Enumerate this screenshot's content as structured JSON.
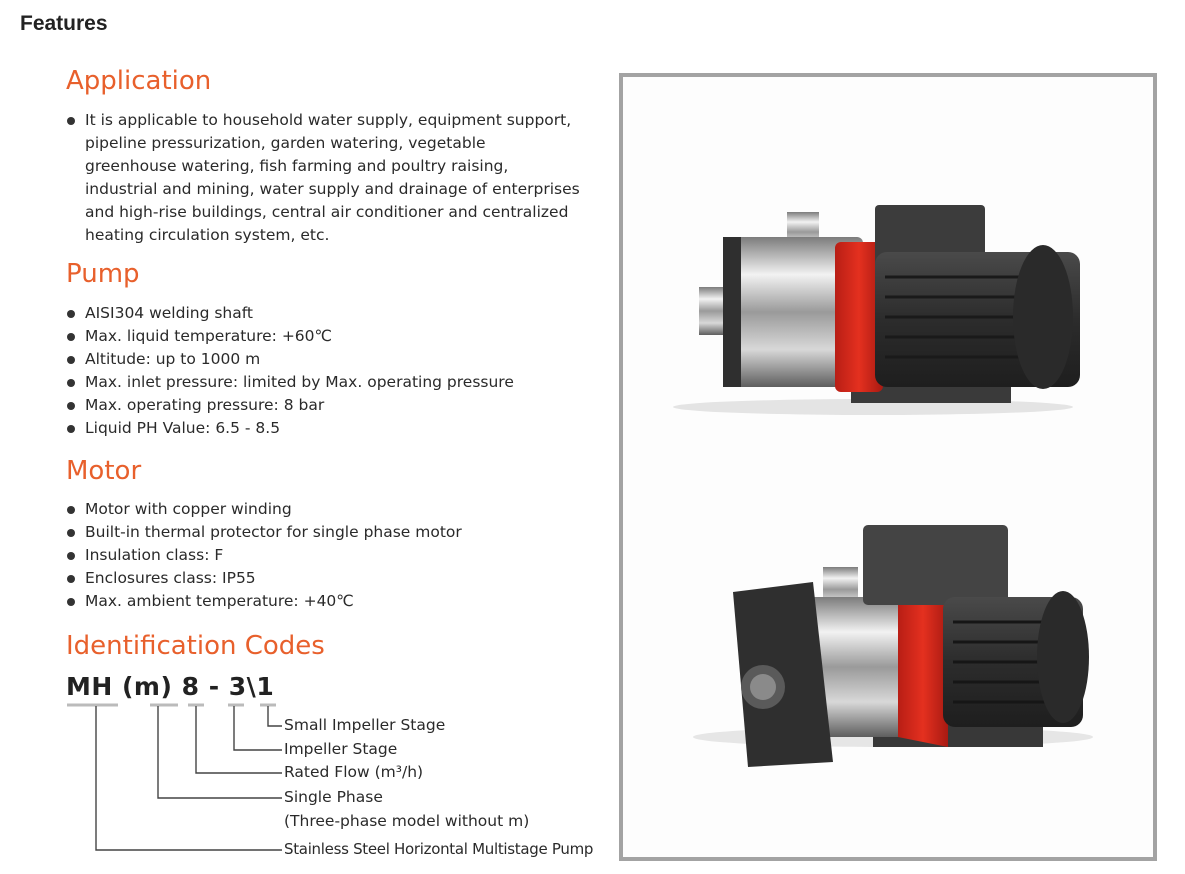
{
  "page_title": "Features",
  "sections": {
    "application": {
      "heading": "Application",
      "items": [
        "It is applicable to household water supply, equipment support, pipeline pressurization, garden watering, vegetable greenhouse watering, fish farming and poultry raising, industrial and mining, water supply and drainage of enterprises and high-rise buildings, central air conditioner and centralized heating circulation system, etc."
      ]
    },
    "pump": {
      "heading": "Pump",
      "items": [
        "AISI304 welding shaft",
        "Max. liquid temperature: +60℃",
        "Altitude: up to 1000 m",
        "Max. inlet pressure: limited by Max. operating pressure",
        "Max. operating pressure: 8 bar",
        "Liquid PH Value: 6.5 - 8.5"
      ]
    },
    "motor": {
      "heading": "Motor",
      "items": [
        "Motor with copper winding",
        "Built-in thermal protector for single phase motor",
        "Insulation class: F",
        "Enclosures class: IP55",
        "Max. ambient temperature: +40℃"
      ]
    },
    "identification": {
      "heading": "Identification Codes",
      "code": "MH (m) 8 - 3\\1",
      "labels": {
        "small_impeller": "Small Impeller Stage",
        "impeller": "Impeller Stage",
        "rated_flow": "Rated Flow (m³/h)",
        "single_phase": "Single Phase",
        "three_phase_note": "(Three-phase model without m)",
        "pump_type": "Stainless Steel Horizontal Multistage Pump"
      }
    }
  },
  "colors": {
    "heading_accent": "#e8602c",
    "frame_border": "#a3a3a3",
    "pump_red": "#d8261c"
  },
  "images": {
    "top": "pump-side-view",
    "bottom": "pump-angled-view"
  }
}
